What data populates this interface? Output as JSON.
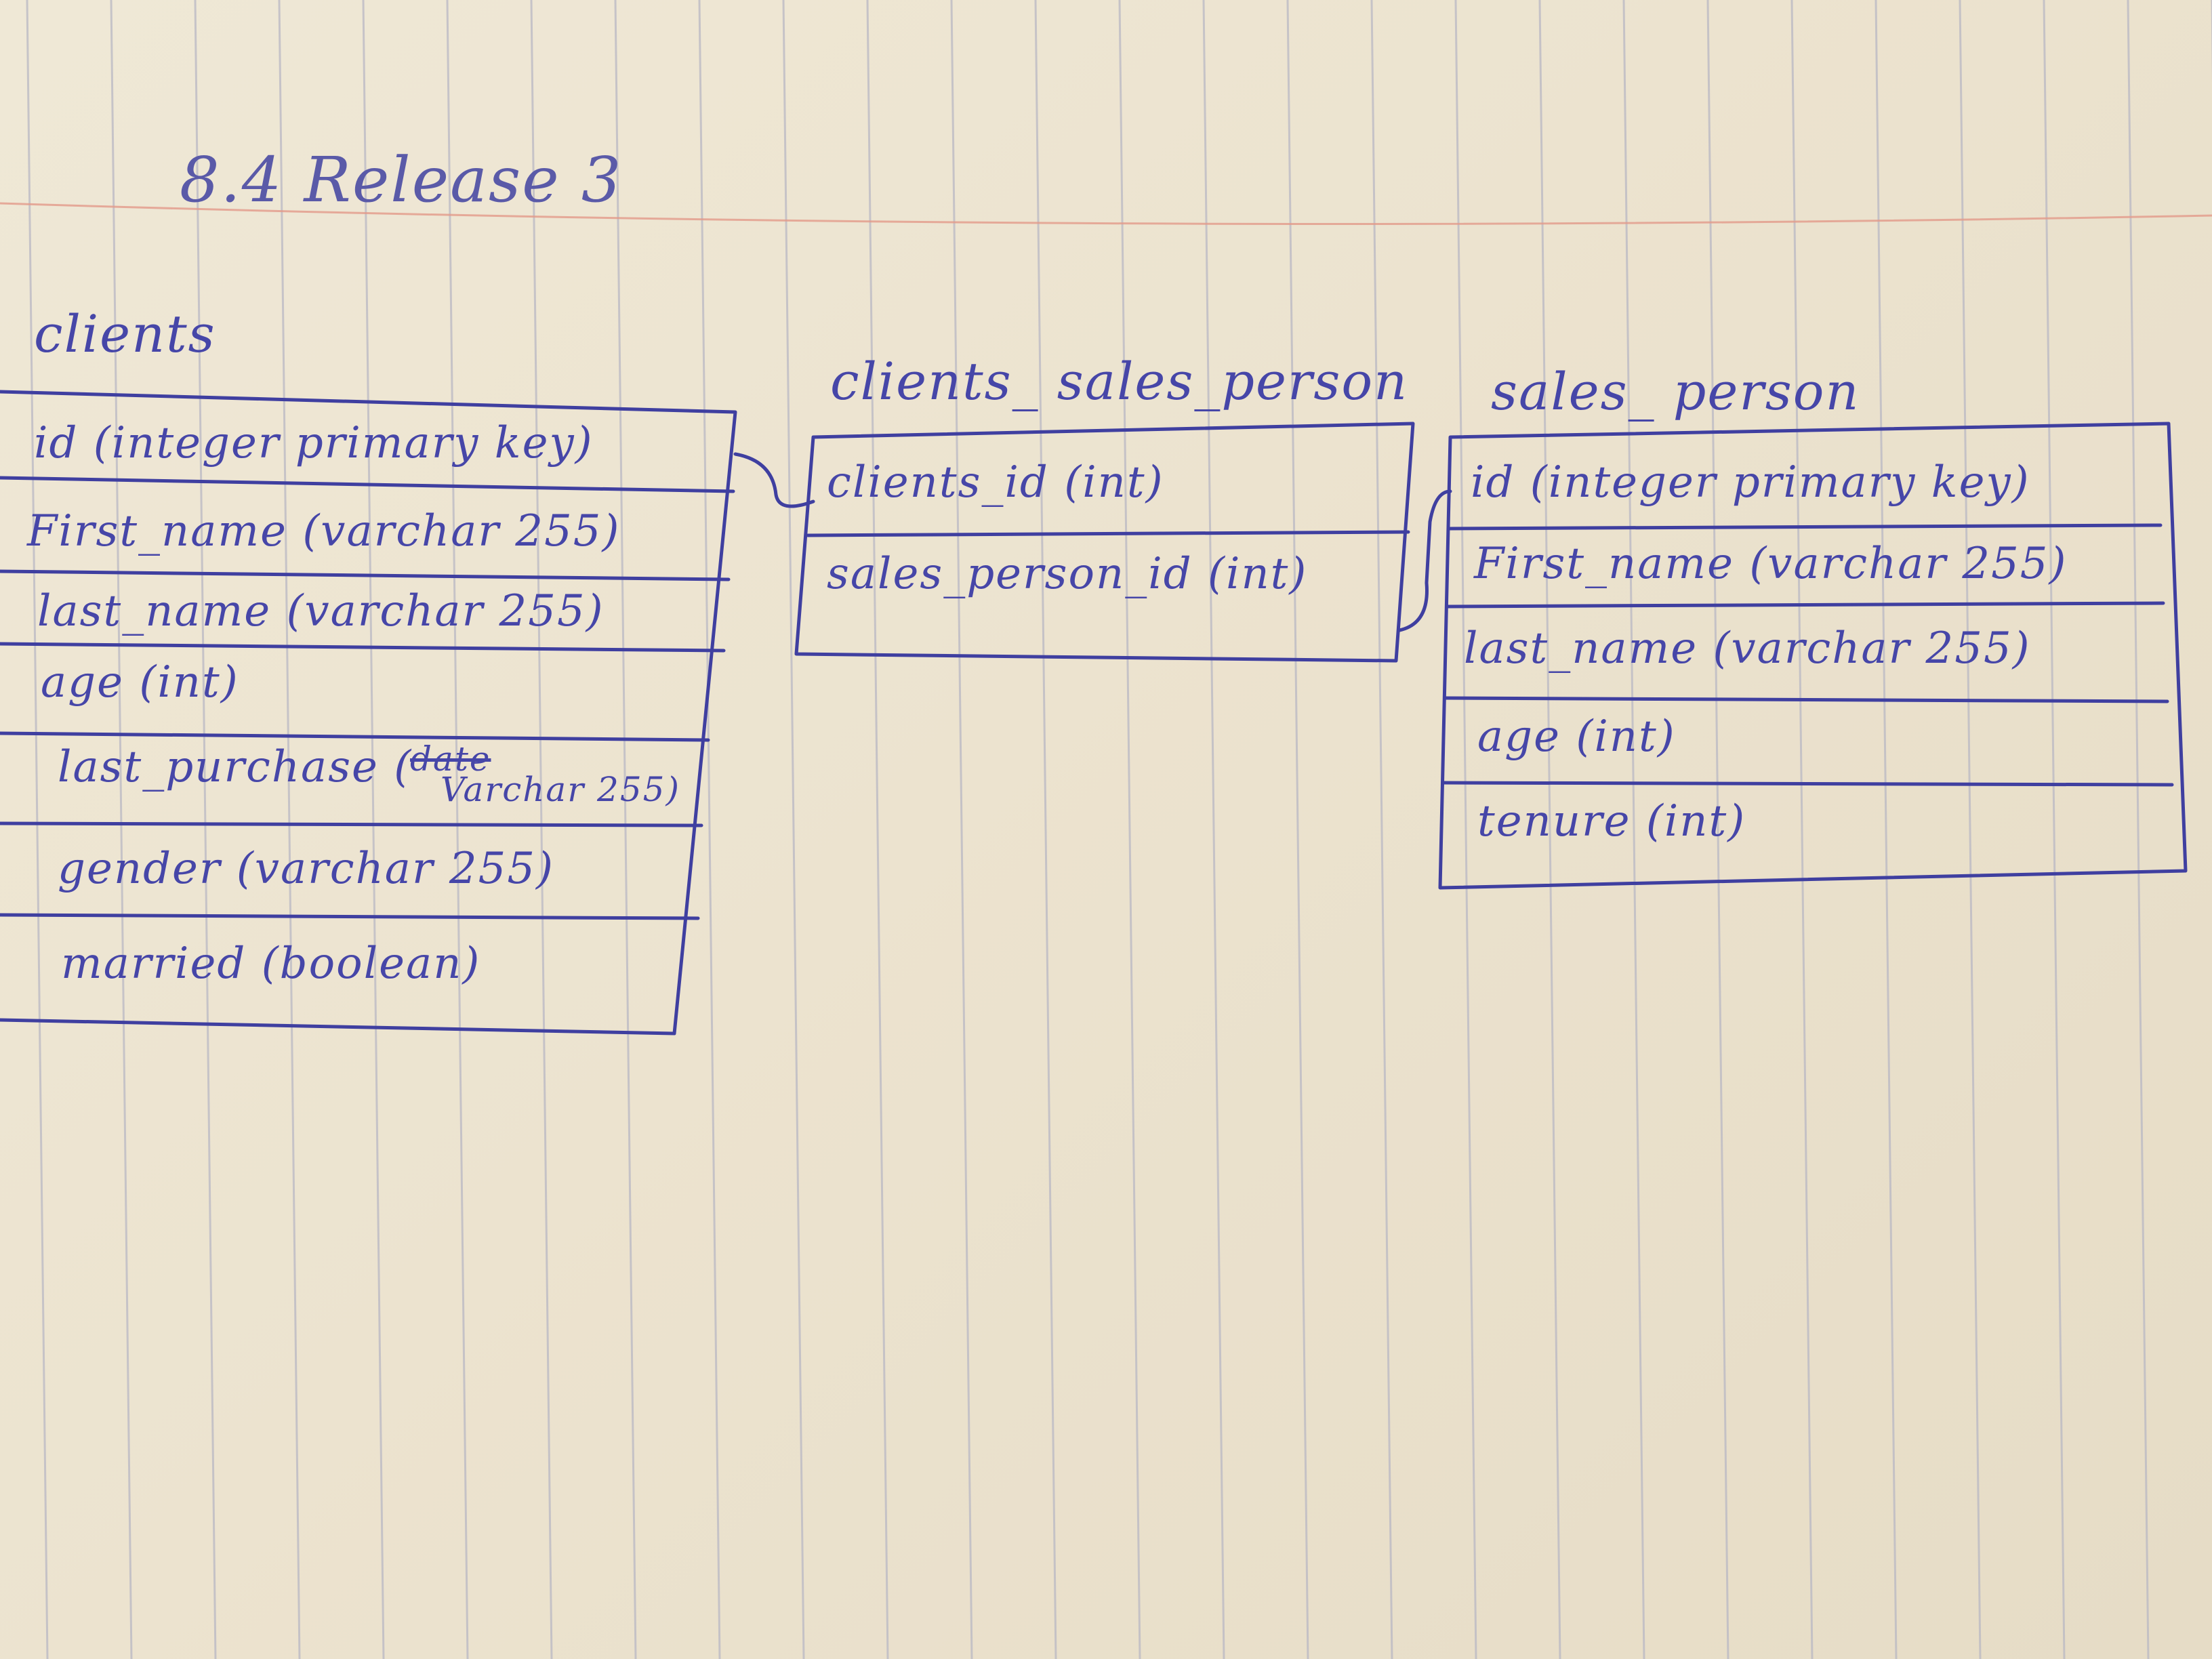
{
  "title": "8.4 Release 3",
  "colors": {
    "ink": "#3f3fa0",
    "paper": "#ece3cf",
    "rule_line": "#b8b8c0",
    "margin_line": "#e8a090"
  },
  "tables": {
    "clients": {
      "name": "clients",
      "fields": [
        "id (integer primary key)",
        "First_name (varchar 255)",
        "last_name (varchar 255)",
        "age (int)",
        "last_purchase (",
        "gender (varchar 255)",
        "married (boolean)"
      ],
      "last_purchase_struck": "date",
      "last_purchase_replacement": "Varchar 255)"
    },
    "clients_sales_person": {
      "name": "clients_ sales_person",
      "fields": [
        "clients_id (int)",
        "sales_person_id (int)"
      ]
    },
    "sales_person": {
      "name": "sales_ person",
      "fields": [
        "id (integer primary key)",
        "First_name (varchar 255)",
        "last_name (varchar 255)",
        "age (int)",
        "tenure (int)"
      ]
    }
  }
}
